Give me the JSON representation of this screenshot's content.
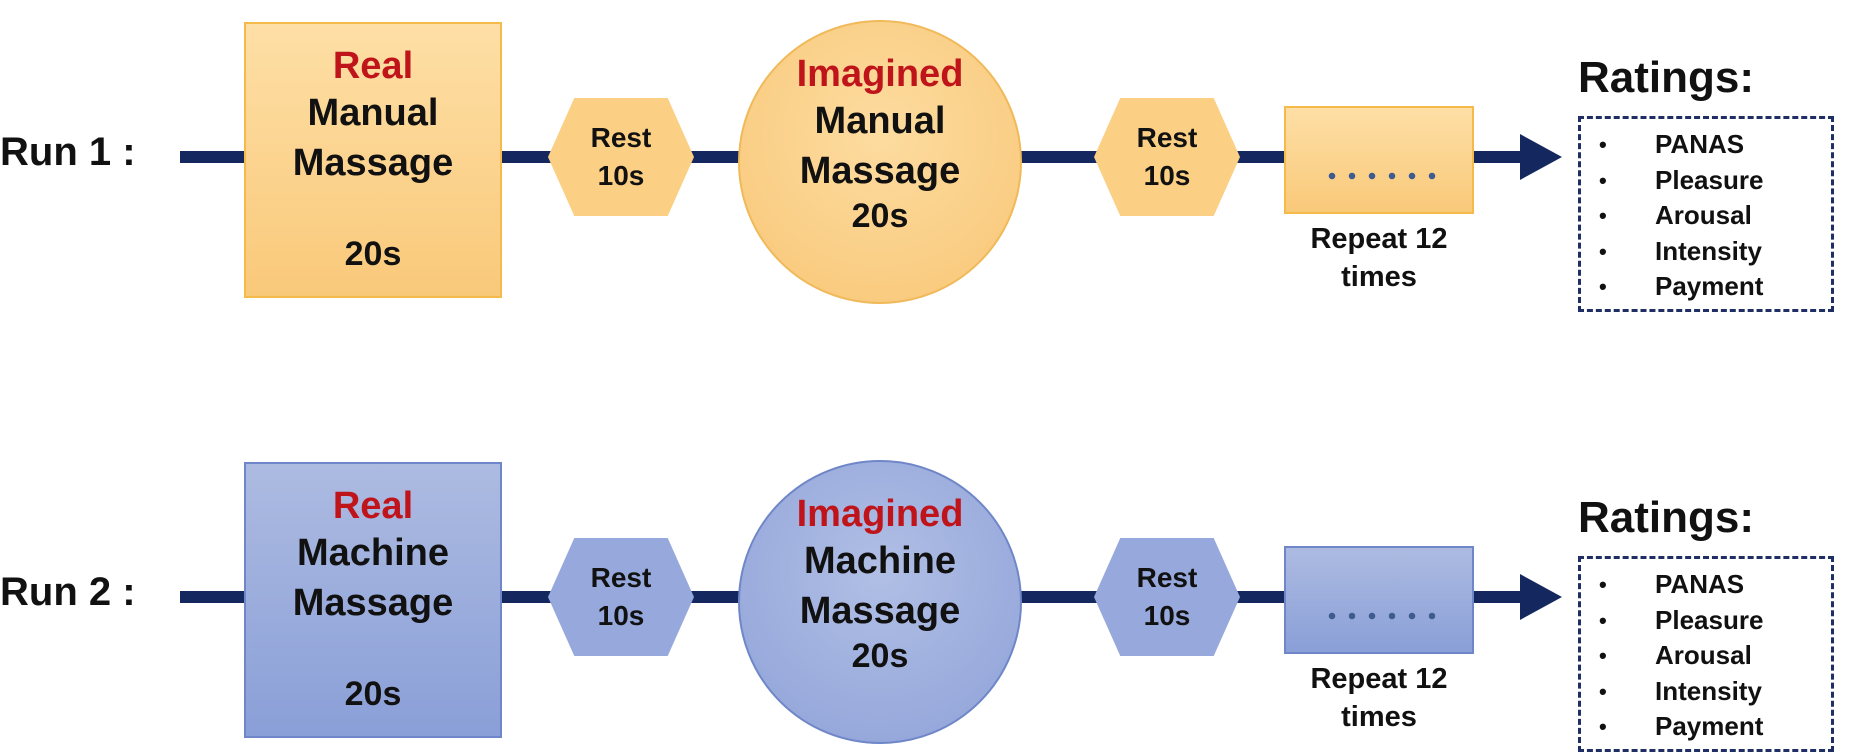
{
  "runs": [
    {
      "label": "Run 1 :",
      "block_a": {
        "qualifier": "Real",
        "line1": "Manual",
        "line2": "Massage",
        "duration": "20s"
      },
      "rest_1": {
        "line1": "Rest",
        "line2": "10s"
      },
      "block_b": {
        "qualifier": "Imagined",
        "line1": "Manual",
        "line2": "Massage",
        "duration": "20s"
      },
      "rest_2": {
        "line1": "Rest",
        "line2": "10s"
      },
      "repeat": {
        "line1": "Repeat 12",
        "line2": "times"
      },
      "ratings_title": "Ratings:",
      "ratings": [
        "PANAS",
        "Pleasure",
        "Arousal",
        "Intensity",
        "Payment"
      ]
    },
    {
      "label": "Run 2 :",
      "block_a": {
        "qualifier": "Real",
        "line1": "Machine",
        "line2": "Massage",
        "duration": "20s"
      },
      "rest_1": {
        "line1": "Rest",
        "line2": "10s"
      },
      "block_b": {
        "qualifier": "Imagined",
        "line1": "Machine",
        "line2": "Massage",
        "duration": "20s"
      },
      "rest_2": {
        "line1": "Rest",
        "line2": "10s"
      },
      "repeat": {
        "line1": "Repeat 12",
        "line2": "times"
      },
      "ratings_title": "Ratings:",
      "ratings": [
        "PANAS",
        "Pleasure",
        "Arousal",
        "Intensity",
        "Payment"
      ]
    }
  ],
  "colors": {
    "run1_fill": "#f9c97a",
    "run2_fill": "#8a9fd8",
    "qualifier_text": "#c0141b",
    "timeline": "#14285f",
    "ratings_border": "#1f2f66"
  }
}
